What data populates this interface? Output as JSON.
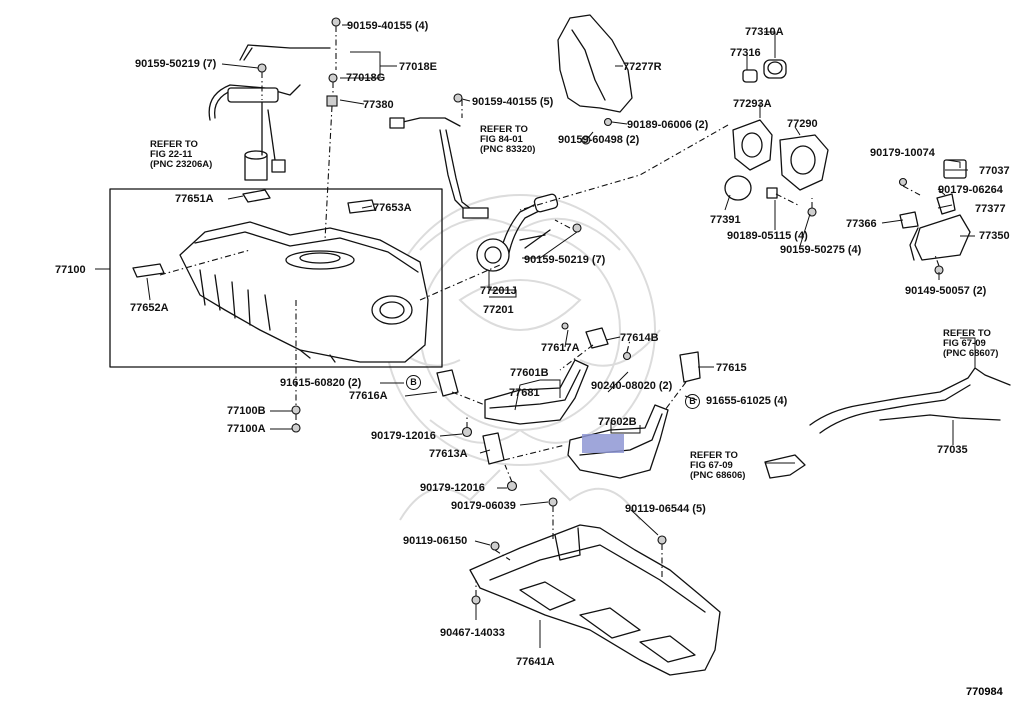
{
  "figure_number": "770984",
  "labels": {
    "l_90159_40155_4": "90159-40155 (4)",
    "l_90159_50219_7a": "90159-50219 (7)",
    "l_77018E": "77018E",
    "l_77018G": "77018G",
    "l_77380": "77380",
    "l_90159_40155_5": "90159-40155 (5)",
    "l_77277R": "77277R",
    "l_77310A": "77310A",
    "l_77316": "77316",
    "l_77293A": "77293A",
    "l_77290": "77290",
    "l_90189_06006_2": "90189-06006 (2)",
    "l_90159_60498_2": "90159-60498 (2)",
    "l_90179_10074": "90179-10074",
    "l_77037": "77037",
    "l_90179_06264": "90179-06264",
    "l_77377": "77377",
    "l_77366": "77366",
    "l_77350": "77350",
    "l_90149_50057_2": "90149-50057 (2)",
    "l_77391": "77391",
    "l_90189_05115_4": "90189-05115 (4)",
    "l_90159_50275_4": "90159-50275 (4)",
    "l_77651A": "77651A",
    "l_77653A": "77653A",
    "l_77100": "77100",
    "l_77652A": "77652A",
    "l_90159_50219_7b": "90159-50219 (7)",
    "l_77201J": "77201J",
    "l_77201": "77201",
    "l_77614B": "77614B",
    "l_77617A": "77617A",
    "l_77615": "77615",
    "l_77601B": "77601B",
    "l_77681": "77681",
    "l_90240_08020_2": "90240-08020 (2)",
    "l_91615_60820_2": "91615-60820 (2)",
    "l_77616A": "77616A",
    "l_91655_61025_4": "91655-61025 (4)",
    "l_77100B": "77100B",
    "l_77100A": "77100A",
    "l_90179_12016a": "90179-12016",
    "l_77602B": "77602B",
    "l_77613A": "77613A",
    "l_90179_12016b": "90179-12016",
    "l_90179_06039": "90179-06039",
    "l_90119_06544_5": "90119-06544 (5)",
    "l_90119_06150": "90119-06150",
    "l_90467_14033": "90467-14033",
    "l_77641A": "77641A",
    "l_77035": "77035"
  },
  "refs": {
    "ref1": [
      "REFER TO",
      "FIG 22-11",
      "(PNC 23206A)"
    ],
    "ref2": [
      "REFER TO",
      "FIG 84-01",
      "(PNC 83320)"
    ],
    "ref3": [
      "REFER TO",
      "FIG 67-09",
      "(PNC 68607)"
    ],
    "ref4": [
      "REFER TO",
      "FIG 67-09",
      "(PNC 68606)"
    ]
  },
  "markers": {
    "b": "B"
  },
  "colors": {
    "ink": "#111111",
    "highlight": "#8e97d3",
    "watermark": "#dcdcdc"
  }
}
